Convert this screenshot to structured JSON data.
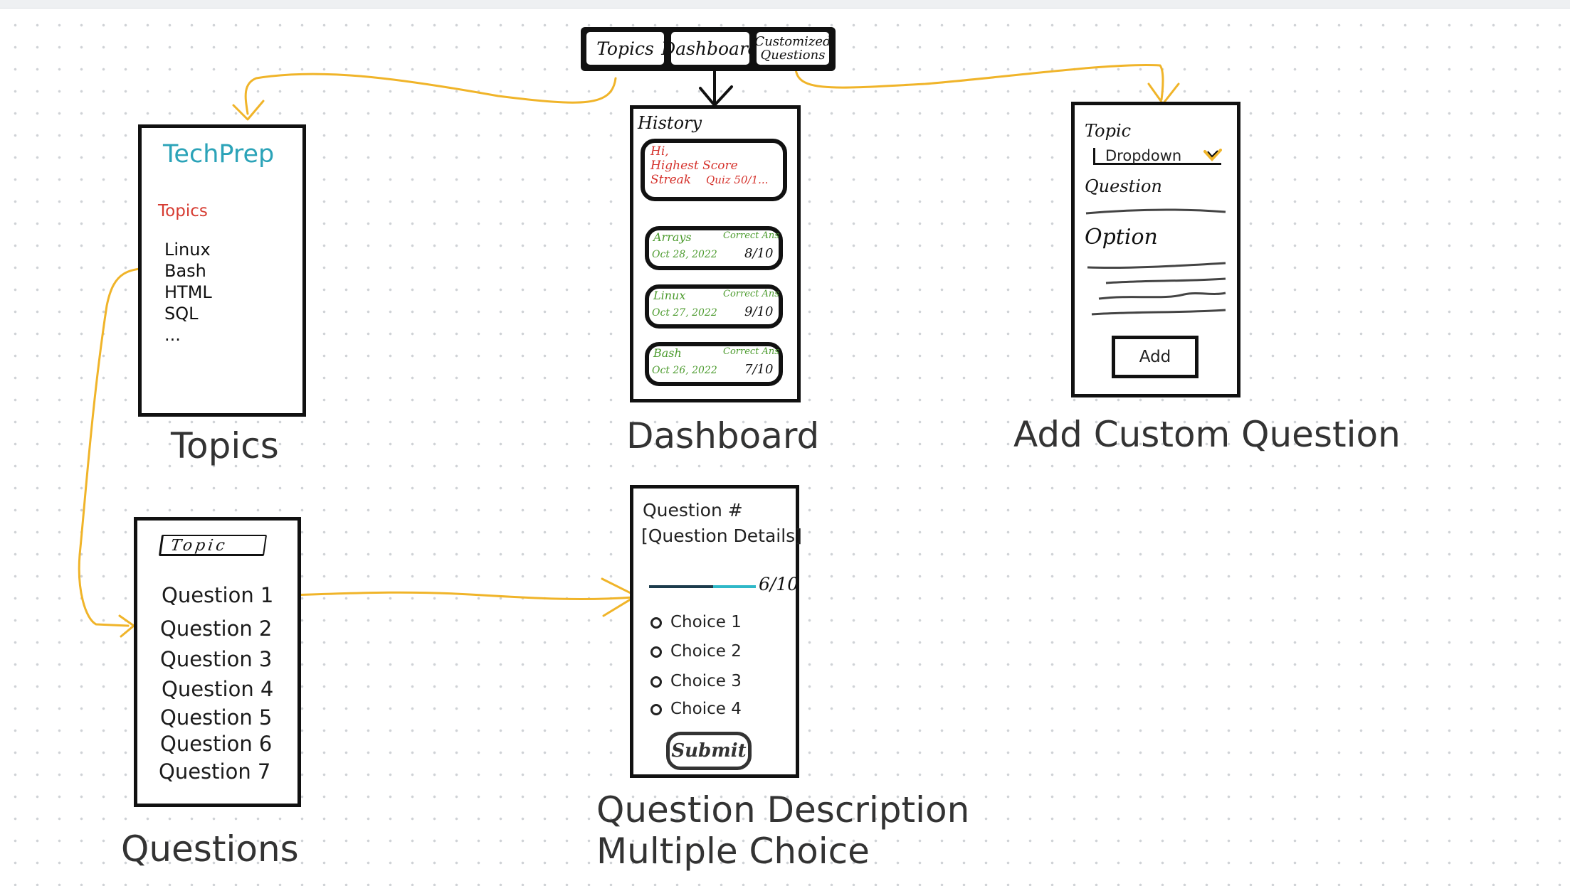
{
  "navbar": {
    "tabs": [
      {
        "label": "Topics"
      },
      {
        "label": "Dashboard"
      },
      {
        "label": "Customized Questions"
      }
    ]
  },
  "topics_screen": {
    "brand": "TechPrep",
    "heading": "Topics",
    "items": [
      "Linux",
      "Bash",
      "HTML",
      "SQL",
      "..."
    ],
    "caption": "Topics"
  },
  "dashboard_screen": {
    "history_label": "History",
    "summary": {
      "greeting": "Hi,",
      "highest_score": "Highest Score",
      "streak": "Streak",
      "quiz": "Quiz 50/1..."
    },
    "history": [
      {
        "topic": "Arrays",
        "right_label": "Correct Ans",
        "date": "Oct 28, 2022",
        "score": "8/10"
      },
      {
        "topic": "Linux",
        "right_label": "Correct Ans",
        "date": "Oct 27, 2022",
        "score": "9/10"
      },
      {
        "topic": "Bash",
        "right_label": "Correct Ans",
        "date": "Oct 26, 2022",
        "score": "7/10"
      }
    ],
    "caption": "Dashboard"
  },
  "custom_screen": {
    "topic_label": "Topic",
    "dropdown": "Dropdown",
    "question_label": "Question",
    "option_label": "Option",
    "add_button": "Add",
    "caption": "Add Custom Question"
  },
  "questions_screen": {
    "topic_label": "Topic",
    "items": [
      "Question 1",
      "Question 2",
      "Question 3",
      "Question 4",
      "Question 5",
      "Question 6",
      "Question 7"
    ],
    "caption": "Questions"
  },
  "question_detail_screen": {
    "question_number": "Question #",
    "question_details": "[Question Details]",
    "progress_label": "6/10",
    "progress_fraction": 0.6,
    "choices": [
      "Choice 1",
      "Choice 2",
      "Choice 3",
      "Choice 4"
    ],
    "submit": "Submit",
    "caption_line1": "Question Description",
    "caption_line2": "Multiple Choice"
  },
  "colors": {
    "arrow": "#f0b429",
    "brand": "#2ba3b8",
    "accent_red": "#d63b31",
    "accent_green": "#4c9b2e",
    "progress": "#2fb8c8"
  }
}
